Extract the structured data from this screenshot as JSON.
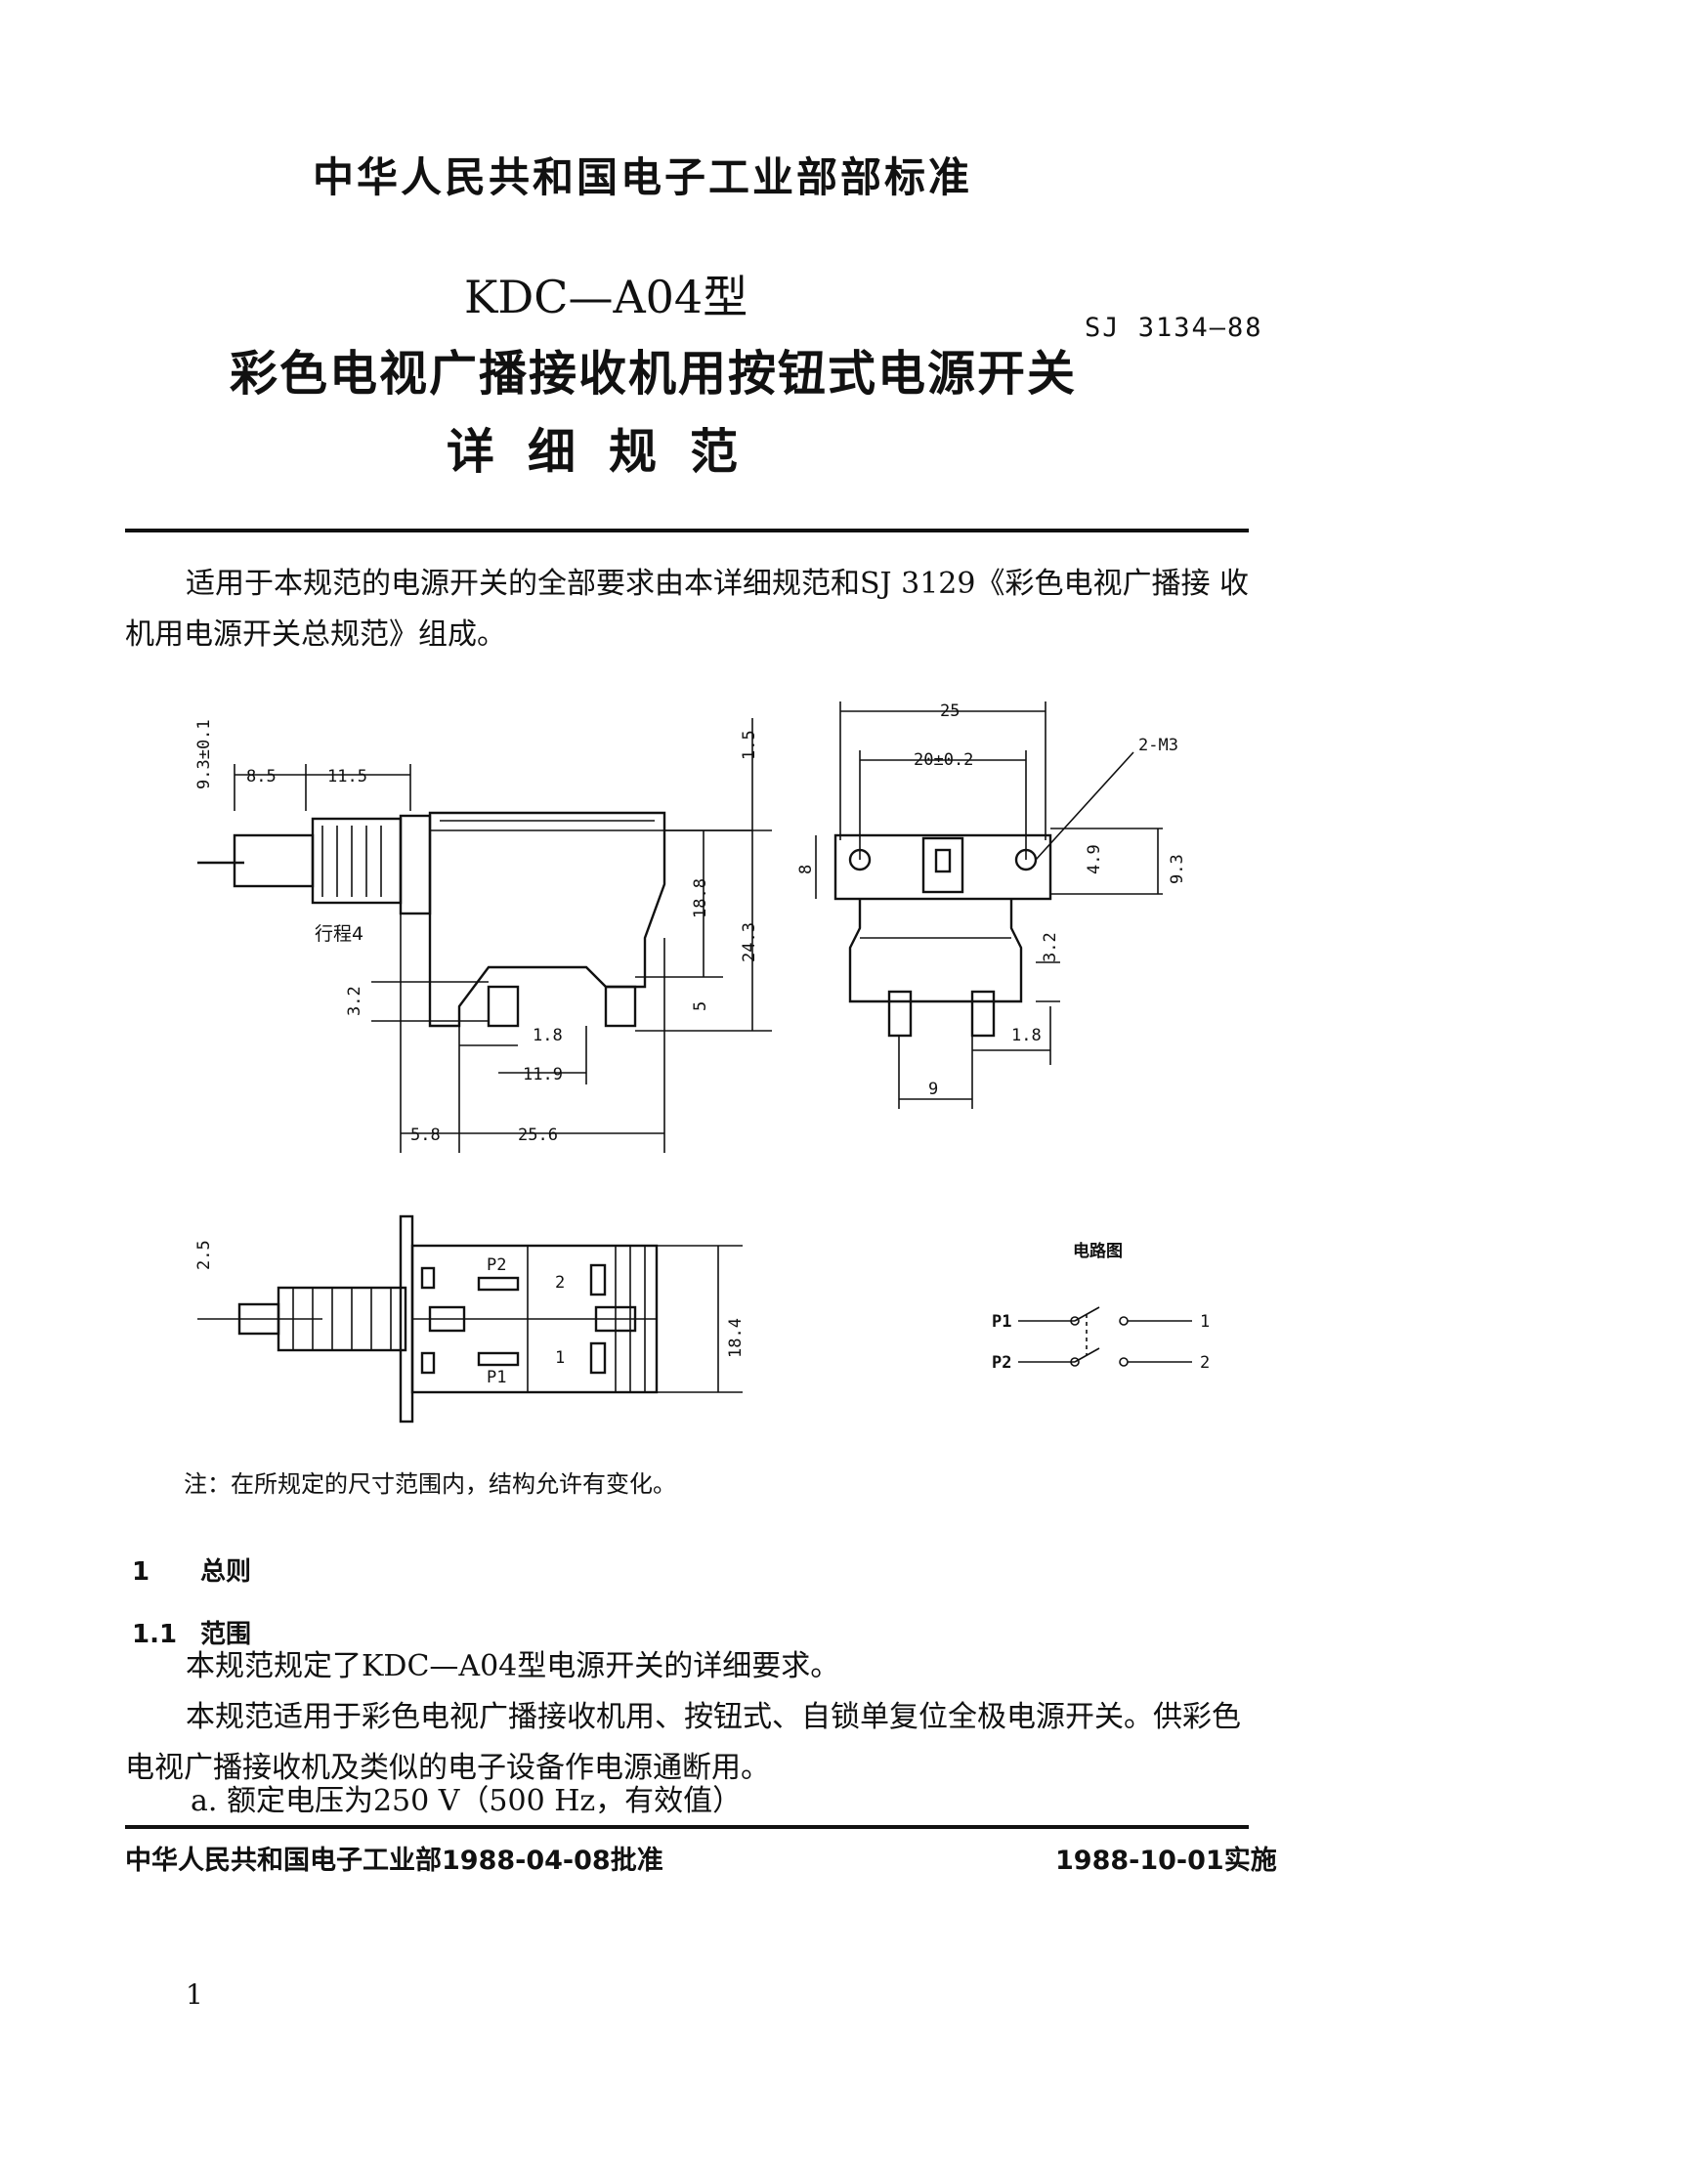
{
  "header": {
    "ministry": "中华人民共和国电子工业部部标准",
    "model": "KDC—A04型",
    "title": "彩色电视广播接收机用按钮式电源开关",
    "subtitle": "详细规范",
    "standard_no": "SJ 3134—88"
  },
  "intro": "适用于本规范的电源开关的全部要求由本详细规范和SJ 3129《彩色电视广播接 收机用电源开关总规范》组成。",
  "drawing": {
    "side_view": {
      "square_top": "9.3±0.1",
      "d_8_5": "8.5",
      "d_11_5": "11.5",
      "d_1_5": "1.5",
      "d_18_8": "18.8",
      "d_24_3": "24.3",
      "d_5": "5",
      "d_3_2": "3.2",
      "d_1_8": "1.8",
      "d_11_9": "11.9",
      "d_5_8": "5.8",
      "d_25_6": "25.6",
      "stroke": "行程4"
    },
    "end_view": {
      "d_25": "25",
      "d_20": "20±0.2",
      "d_2m3": "2-M3",
      "d_8": "8",
      "d_4_9": "4.9",
      "d_9_3": "9.3",
      "d_3_2": "3.2",
      "d_1_8": "1.8",
      "d_9": "9"
    },
    "top_view": {
      "square": "2.5",
      "d_18_4": "18.4",
      "p2": "P2",
      "p1": "P1",
      "n2": "2",
      "n1": "1"
    },
    "circuit": {
      "label": "电路图",
      "p1": "P1",
      "p2": "P2",
      "t1": "1",
      "t2": "2"
    }
  },
  "note": "注：在所规定的尺寸范围内，结构允许有变化。",
  "section1": {
    "num": "1",
    "title": "总则"
  },
  "section1_1": {
    "num": "1.1",
    "title": "范围"
  },
  "scope_lines": [
    "本规范规定了KDC—A04型电源开关的详细要求。",
    "本规范适用于彩色电视广播接收机用、按钮式、自锁单复位全极电源开关。供彩色电视广播接收机及类似的电子设备作电源通断用。",
    "a.  额定电压为250 V（500 Hz，有效值）"
  ],
  "footer": {
    "approval": "中华人民共和国电子工业部1988-04-08批准",
    "effective": "1988-10-01实施"
  },
  "page_number": "1"
}
